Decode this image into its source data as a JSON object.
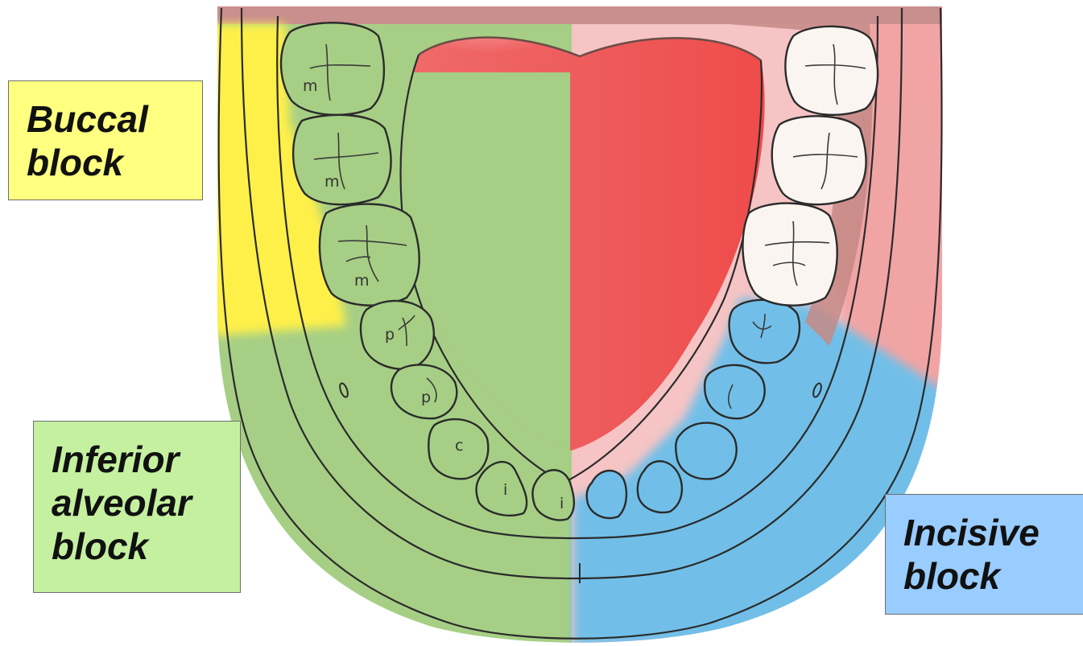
{
  "labels": {
    "buccal": {
      "line1": "Buccal",
      "line2": "block"
    },
    "inferior_alveolar": {
      "line1": "Inferior",
      "line2": "alveolar",
      "line3": "block"
    },
    "incisive": {
      "line1": "Incisive",
      "line2": "block"
    }
  },
  "tooth_letters": {
    "molar": "m",
    "premolar": "p",
    "canine": "c",
    "incisor": "i"
  },
  "colors": {
    "buccal_zone": "#fff04a",
    "inferior_alveolar_zone": "#a6cf85",
    "incisive_zone": "#71bfe8",
    "tongue": "#ee5d5d",
    "gingiva_right": "#f6c4c4",
    "lip_top": "#c98e8e",
    "unanesthetized_teeth": "#fbf5f2"
  }
}
